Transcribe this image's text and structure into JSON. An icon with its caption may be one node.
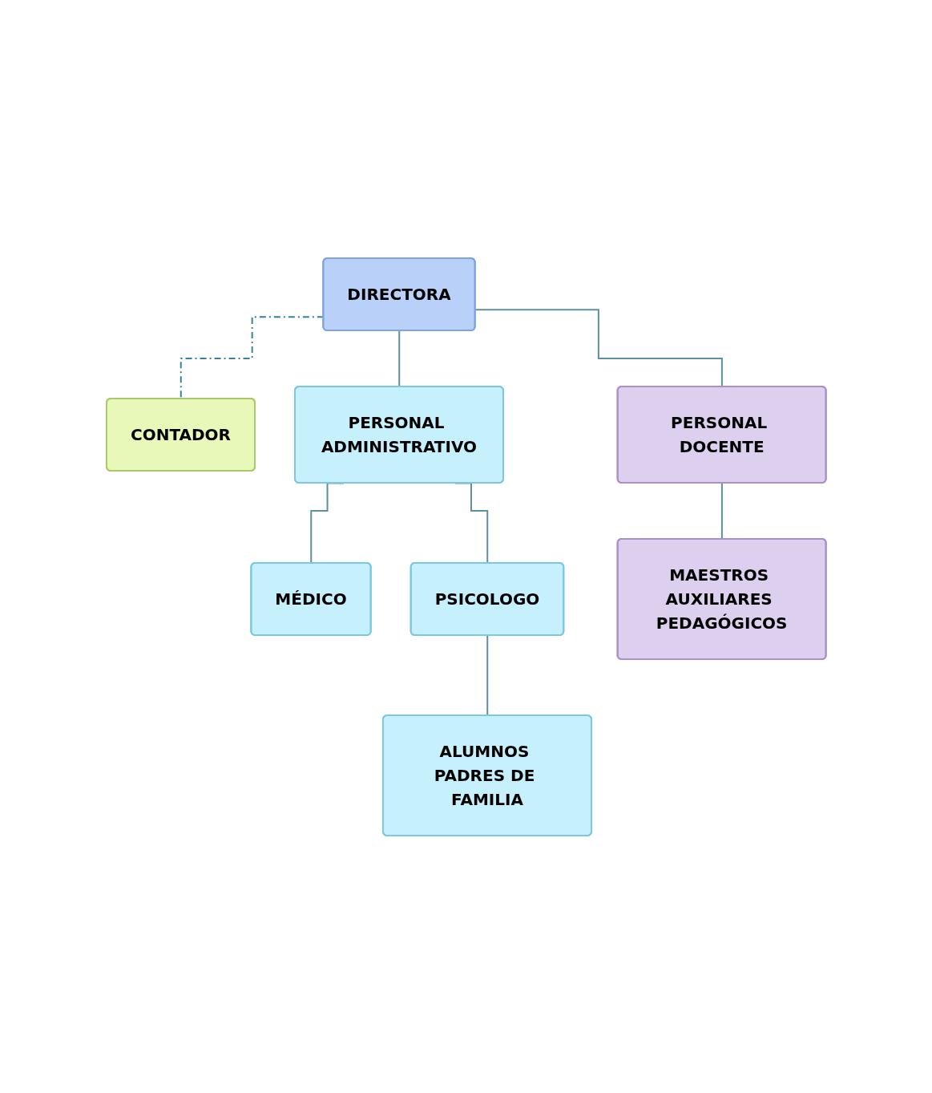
{
  "diagram": {
    "nodes": [
      {
        "text": [
          "DIRECTORA"
        ]
      },
      {
        "text": [
          "CONTADOR"
        ]
      },
      {
        "text": [
          "PERSONAL ADMINISTRATIVO"
        ]
      },
      {
        "text": [
          "PERSONAL DOCENTE"
        ]
      },
      {
        "text": [
          "MÉDICO"
        ]
      },
      {
        "text": [
          "PSICOLOGO"
        ]
      },
      {
        "text": [
          "ALUMNOS PADRES DE FAMILIA"
        ]
      },
      {
        "text": [
          "MAESTROS AUXILIARES PEDAGÓGICOS"
        ]
      }
    ],
    "edges": [
      {
        "from": 0,
        "to": 1,
        "arrow": "none",
        "style": "dashed",
        "color": "#31849b"
      },
      {
        "from": 0,
        "to": 2,
        "arrow": "none"
      },
      {
        "from": 0,
        "to": 3,
        "arrow": "none"
      },
      {
        "from": 2,
        "to": 4,
        "arrow": "none"
      },
      {
        "from": 2,
        "to": 5,
        "arrow": "none"
      },
      {
        "from": 5,
        "to": 6,
        "arrow": "none"
      },
      {
        "from": 3,
        "to": 7,
        "arrow": "none"
      }
    ]
  }
}
